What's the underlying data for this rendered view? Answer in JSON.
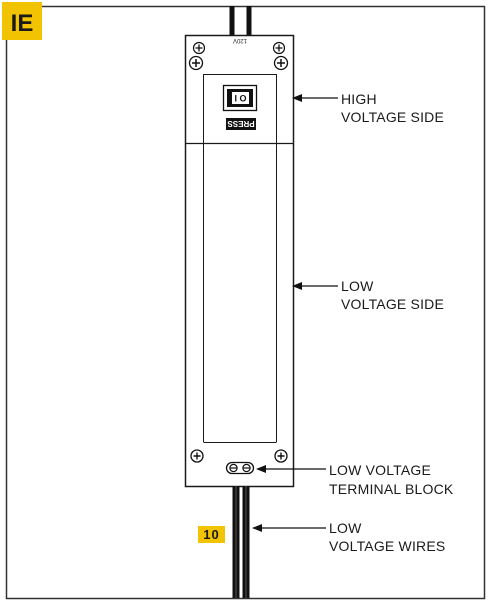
{
  "section_badge": {
    "label": "IE",
    "color": "#f2c300"
  },
  "step_badge": {
    "label": "10",
    "color": "#f2c300"
  },
  "device": {
    "voltage_label": "120V",
    "press_label": "PRESS",
    "switch_glyph": "I O"
  },
  "callouts": [
    {
      "line1": "HIGH",
      "line2": "VOLTAGE SIDE"
    },
    {
      "line1": "LOW",
      "line2": "VOLTAGE SIDE"
    },
    {
      "line1": "LOW VOLTAGE",
      "line2": "TERMINAL BLOCK"
    },
    {
      "line1": "LOW",
      "line2": "VOLTAGE WIRES"
    }
  ]
}
